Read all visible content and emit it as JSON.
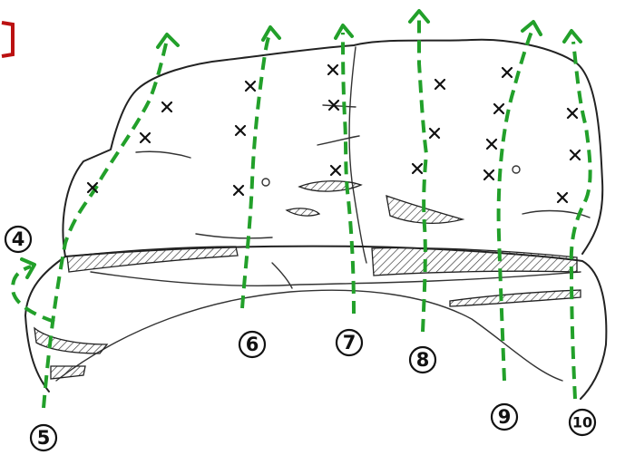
{
  "routes": [
    {
      "number": "④",
      "color": "#22a02a"
    },
    {
      "number": "⑤",
      "color": "#22a02a"
    },
    {
      "number": "⑥",
      "color": "#22a02a"
    },
    {
      "number": "⑦",
      "color": "#22a02a"
    },
    {
      "number": "⑧",
      "color": "#22a02a"
    },
    {
      "number": "⑨",
      "color": "#22a02a"
    },
    {
      "number": "⑩",
      "color": "#22a02a"
    }
  ],
  "bolt_marker": "×",
  "colors": {
    "route": "#22a02a",
    "outline": "#222222",
    "corner_mark": "#bb1111",
    "background": "#ffffff"
  }
}
